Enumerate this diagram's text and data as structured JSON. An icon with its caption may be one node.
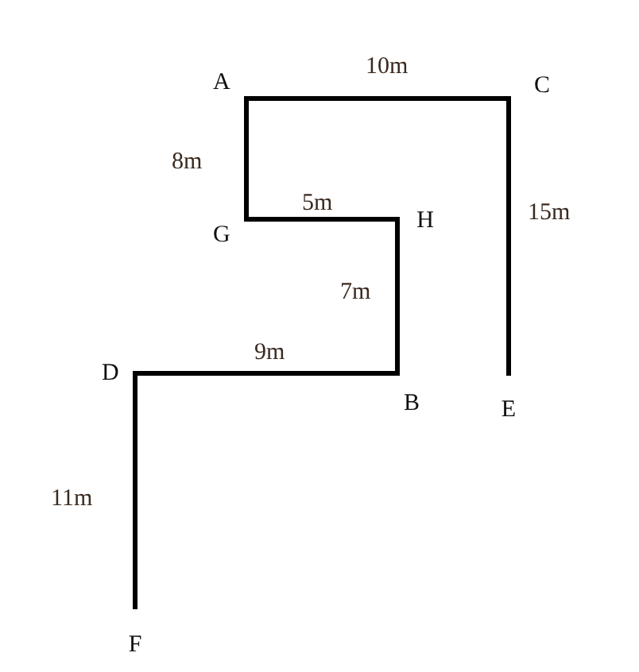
{
  "diagram": {
    "nodes": [
      {
        "text": [
          "A"
        ]
      },
      {
        "text": [
          "C"
        ]
      },
      {
        "text": [
          "G"
        ]
      },
      {
        "text": [
          "H"
        ]
      },
      {
        "text": [
          "D"
        ]
      },
      {
        "text": [
          "B"
        ]
      },
      {
        "text": [
          "E"
        ]
      },
      {
        "text": [
          "F"
        ]
      }
    ],
    "edges": [
      {
        "from": 0,
        "to": 1,
        "arrow": "none",
        "label": "10m"
      },
      {
        "from": 0,
        "to": 2,
        "arrow": "none",
        "label": "8m"
      },
      {
        "from": 2,
        "to": 3,
        "arrow": "none",
        "label": "5m"
      },
      {
        "from": 1,
        "to": 6,
        "arrow": "none",
        "label": "15m"
      },
      {
        "from": 3,
        "to": 5,
        "arrow": "none",
        "label": "7m"
      },
      {
        "from": 4,
        "to": 5,
        "arrow": "none",
        "label": "9m"
      },
      {
        "from": 4,
        "to": 7,
        "arrow": "none",
        "label": "11m"
      }
    ]
  }
}
